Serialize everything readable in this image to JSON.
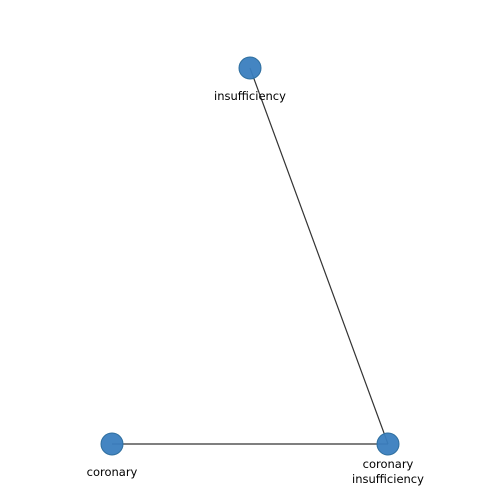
{
  "graph": {
    "node_color": "#3a7ebf",
    "edge_color": "#333333",
    "nodes": [
      {
        "id": "insufficiency",
        "label_lines": [
          "insufficiency"
        ]
      },
      {
        "id": "coronary",
        "label_lines": [
          "coronary"
        ]
      },
      {
        "id": "coronary insufficiency",
        "label_lines": [
          "coronary",
          "insufficiency"
        ]
      }
    ],
    "edges": [
      {
        "source": "insufficiency",
        "target": "coronary insufficiency"
      },
      {
        "source": "coronary",
        "target": "coronary insufficiency"
      }
    ]
  }
}
